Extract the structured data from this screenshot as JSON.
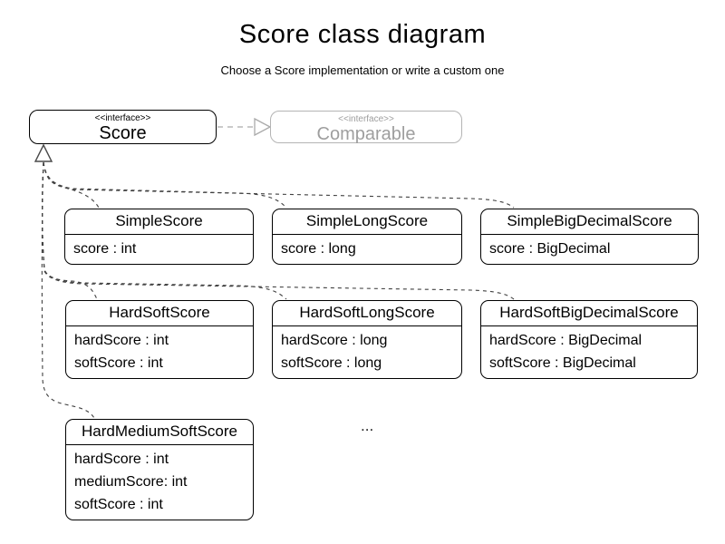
{
  "header": {
    "title": "Score class diagram",
    "subtitle": "Choose a Score implementation or write a custom one"
  },
  "interfaces": {
    "score": {
      "stereotype": "<<interface>>",
      "name": "Score"
    },
    "comparable": {
      "stereotype": "<<interface>>",
      "name": "Comparable"
    }
  },
  "classes": [
    {
      "name": "SimpleScore",
      "attributes": [
        "score : int"
      ]
    },
    {
      "name": "SimpleLongScore",
      "attributes": [
        "score : long"
      ]
    },
    {
      "name": "SimpleBigDecimalScore",
      "attributes": [
        "score : BigDecimal"
      ]
    },
    {
      "name": "HardSoftScore",
      "attributes": [
        "hardScore : int",
        "softScore : int"
      ]
    },
    {
      "name": "HardSoftLongScore",
      "attributes": [
        "hardScore : long",
        "softScore : long"
      ]
    },
    {
      "name": "HardSoftBigDecimalScore",
      "attributes": [
        "hardScore : BigDecimal",
        "softScore : BigDecimal"
      ]
    },
    {
      "name": "HardMediumSoftScore",
      "attributes": [
        "hardScore : int",
        "mediumScore: int",
        "softScore : int"
      ]
    }
  ],
  "ellipsis": "...",
  "relations": {
    "realization_target": "Score",
    "extends_target": "Comparable"
  },
  "colors": {
    "box_border": "#000000",
    "ghost_border": "#b4b4b4",
    "ghost_text": "#9e9e9e",
    "edge_dark": "#404040",
    "edge_light": "#aaaaaa",
    "background": "#ffffff"
  }
}
